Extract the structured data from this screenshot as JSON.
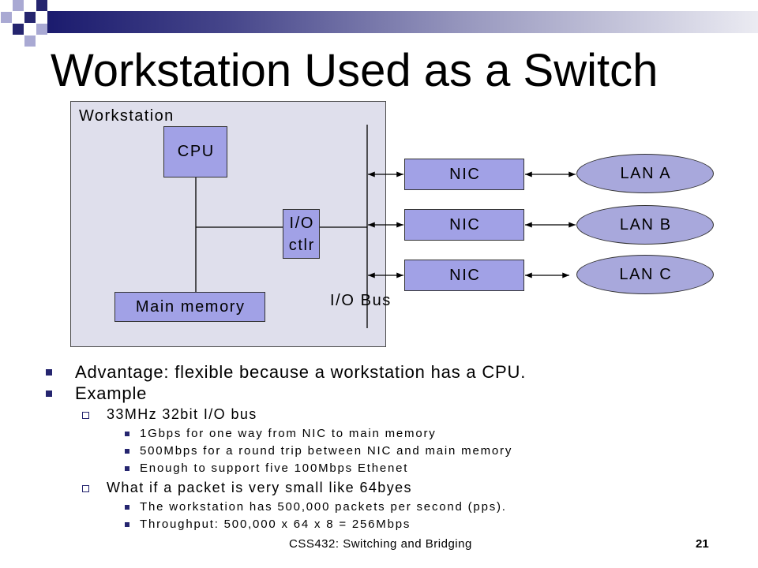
{
  "slide": {
    "title": "Workstation Used as a Switch",
    "footer": "CSS432: Switching and Bridging",
    "page_number": "21"
  },
  "diagram": {
    "workstation_label": "Workstation",
    "cpu_label": "CPU",
    "io_controller_lines": [
      "I/O",
      "ctlr"
    ],
    "main_memory_label": "Main memory",
    "io_bus_label": "I/O Bus",
    "nics": [
      {
        "label": "NIC"
      },
      {
        "label": "NIC"
      },
      {
        "label": "NIC"
      }
    ],
    "lans": [
      {
        "label": "LAN A"
      },
      {
        "label": "LAN B"
      },
      {
        "label": "LAN C"
      }
    ]
  },
  "bullets": [
    {
      "text": "Advantage: flexible because a workstation has a CPU."
    },
    {
      "text": "Example",
      "children": [
        {
          "text": "33MHz 32bit I/O bus",
          "children": [
            {
              "text": "1Gbps for one way from NIC to main memory"
            },
            {
              "text": "500Mbps for a round trip between NIC and main memory"
            },
            {
              "text": "Enough to support five 100Mbps Ethenet"
            }
          ]
        },
        {
          "text": "What if a packet is very small like 64byes",
          "children": [
            {
              "text": "The workstation has 500,000 packets per second (pps)."
            },
            {
              "text": "Throughput: 500,000 x 64 x 8 = 256Mbps"
            }
          ]
        }
      ]
    }
  ],
  "colors": {
    "title_bar_dark": "#1b1b6e",
    "title_bar_light": "#ebebf2",
    "accent_navy": "#25256f",
    "accent_lavender": "#a9a9d3",
    "workstation_fill": "#dfdfec",
    "component_fill": "#a1a1e6",
    "lan_fill": "#a8a8dc"
  }
}
